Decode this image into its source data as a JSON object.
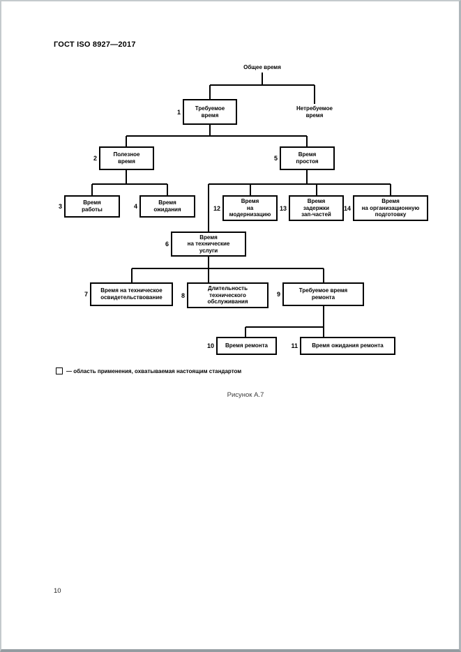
{
  "header": {
    "standard": "ГОСТ ISO 8927—2017"
  },
  "diagram": {
    "root_label": "Общее время",
    "nonrequired_label": "Нетребуемое\nвремя",
    "nodes": {
      "n1": {
        "num": "1",
        "label": "Требуемое\nвремя"
      },
      "n2": {
        "num": "2",
        "label": "Полезное\nвремя"
      },
      "n3": {
        "num": "3",
        "label": "Время\nработы"
      },
      "n4": {
        "num": "4",
        "label": "Время\nожидания"
      },
      "n5": {
        "num": "5",
        "label": "Время\nпростоя"
      },
      "n6": {
        "num": "6",
        "label": "Время\nна технические\nуслуги"
      },
      "n7": {
        "num": "7",
        "label": "Время на техническое\nосвидетельствование"
      },
      "n8": {
        "num": "8",
        "label": "Длительность\nтехнического\nобслуживания"
      },
      "n9": {
        "num": "9",
        "label": "Требуемое время\nремонта"
      },
      "n10": {
        "num": "10",
        "label": "Время ремонта"
      },
      "n11": {
        "num": "11",
        "label": "Время ожидания ремонта"
      },
      "n12": {
        "num": "12",
        "label": "Время\nна\nмодернизацию"
      },
      "n13": {
        "num": "13",
        "label": "Время\nзадержки\nзап-частей"
      },
      "n14": {
        "num": "14",
        "label": "Время\nна организационную\nподготовку"
      }
    }
  },
  "legend": {
    "text": "— область применения, охватываемая настоящим стандартом"
  },
  "caption": "Рисунок А.7",
  "page_number": "10"
}
